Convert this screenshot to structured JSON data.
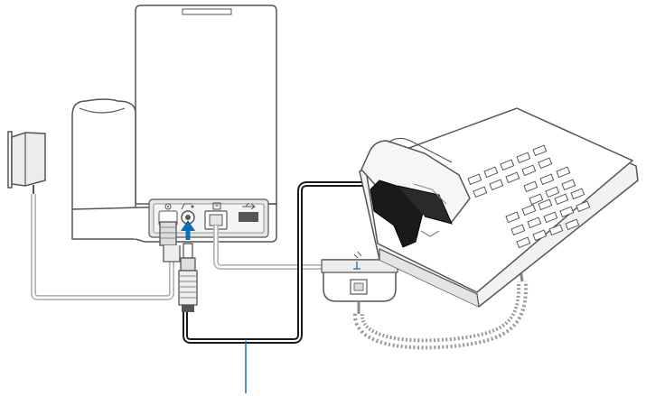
{
  "diagram": {
    "components": [
      {
        "id": "base",
        "icon": "headset-base-icon"
      },
      {
        "id": "adapter",
        "icon": "power-adapter-icon"
      },
      {
        "id": "desk-phone",
        "icon": "desk-phone-icon"
      },
      {
        "id": "handset-lifter",
        "icon": "handset-lifter-icon"
      },
      {
        "id": "ehs-cable",
        "icon": "ehs-cable-icon"
      },
      {
        "id": "splitter",
        "icon": "splitter-box-icon"
      },
      {
        "id": "coil-cord",
        "icon": "coiled-cord-icon"
      }
    ],
    "port_icons": [
      "power-port-icon",
      "ehs-port-icon",
      "telephone-port-icon",
      "usb-port-icon"
    ],
    "colors": {
      "outline": "#555555",
      "fill": "#ffffff",
      "shade": "#e6e6e6",
      "cable_dark": "#1a1a1a",
      "cable_light": "#b5b5b5",
      "arrow": "#0a6fb5",
      "callout": "#1e6fa8"
    }
  }
}
